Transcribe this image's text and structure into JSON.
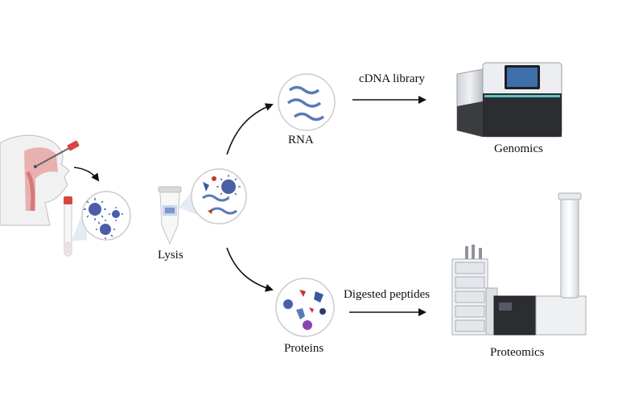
{
  "labels": {
    "lysis": "Lysis",
    "rna": "RNA",
    "proteins": "Proteins",
    "cdna_library": "cDNA library",
    "digested_peptides": "Digested peptides",
    "genomics": "Genomics",
    "proteomics": "Proteomics"
  },
  "icons": {
    "patient": "nasal-swab-patient-icon",
    "swab_tube": "sample-tube-icon",
    "virus_sample": "virus-circle-icon",
    "lysis_tube": "microcentrifuge-tube-icon",
    "lysate": "lysate-circle-icon",
    "rna": "rna-strands-icon",
    "proteins": "proteins-circle-icon",
    "sequencer": "sequencer-instrument-icon",
    "mass_spec": "mass-spectrometer-icon"
  },
  "colors": {
    "virus_blue": "#4b5ea8",
    "rna_blue": "#5a79b8",
    "swab_cap_red": "#d8473f",
    "throat_pink": "#e8a4a4",
    "arrow": "#111111"
  }
}
